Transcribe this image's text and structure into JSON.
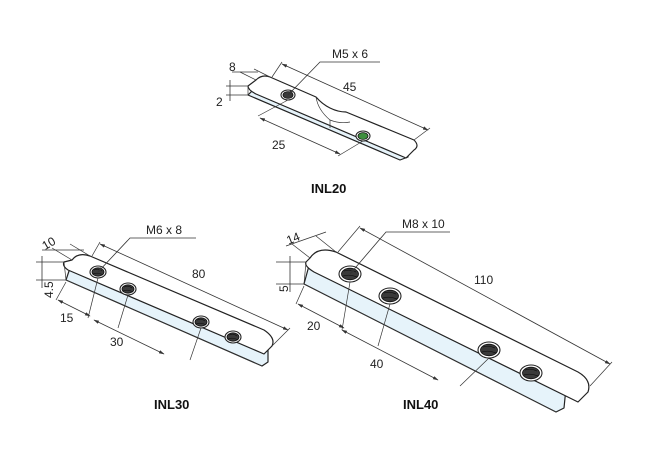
{
  "parts": [
    {
      "id": "INL20",
      "name": "INL20",
      "thread_callout": "M5 x 6",
      "dims": {
        "length": "45",
        "width": "8",
        "thickness": "2",
        "hole_pitch": "25"
      }
    },
    {
      "id": "INL30",
      "name": "INL30",
      "thread_callout": "M6 x 8",
      "dims": {
        "length": "80",
        "width": "10",
        "thickness": "4.5",
        "edge_to_hole": "15",
        "hole_pitch": "30"
      }
    },
    {
      "id": "INL40",
      "name": "INL40",
      "thread_callout": "M8 x 10",
      "dims": {
        "length": "110",
        "width": "14",
        "thickness": "5",
        "edge_to_hole": "20",
        "hole_pitch": "40"
      }
    }
  ],
  "colors": {
    "line": "#222222",
    "side_face": "#e6f3fa",
    "hole_fill": "#3a3a3a"
  }
}
